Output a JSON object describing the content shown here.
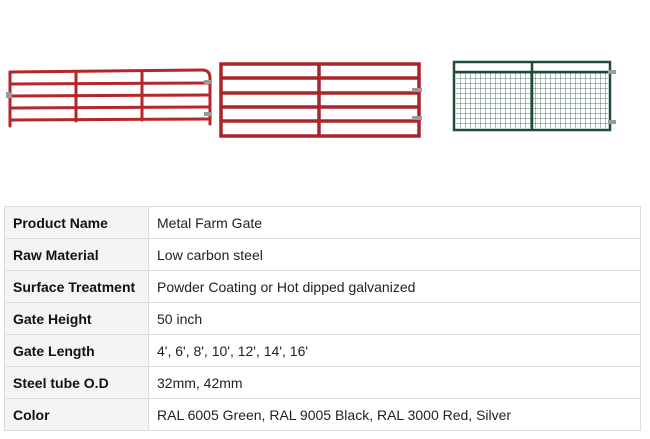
{
  "images": [
    {
      "icon": "red-farm-gate-5-bar-icon",
      "color": "#b3262b"
    },
    {
      "icon": "red-farm-gate-6-bar-icon",
      "color": "#a8242b"
    },
    {
      "icon": "green-wire-mesh-gate-icon",
      "color": "#1f4d33"
    }
  ],
  "specs": [
    {
      "label": "Product Name",
      "value": "Metal Farm Gate"
    },
    {
      "label": "Raw Material",
      "value": "Low carbon steel"
    },
    {
      "label": "Surface Treatment",
      "value": "Powder Coating or Hot dipped galvanized"
    },
    {
      "label": "Gate Height",
      "value": "50 inch"
    },
    {
      "label": "Gate Length",
      "value": "4', 6', 8', 10', 12', 14', 16'"
    },
    {
      "label": "Steel tube O.D",
      "value": "32mm, 42mm"
    },
    {
      "label": "Color",
      "value": "RAL 6005 Green, RAL 9005 Black, RAL 3000 Red, Silver"
    }
  ]
}
